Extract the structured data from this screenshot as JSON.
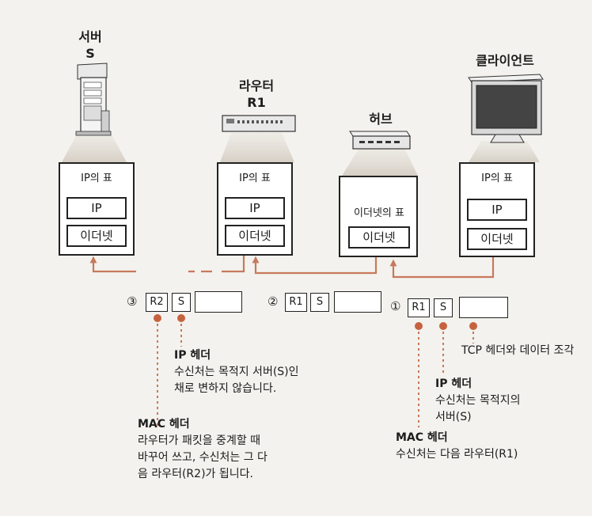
{
  "devices": {
    "server": {
      "line1": "서버",
      "line2": "S"
    },
    "router": {
      "line1": "라우터",
      "line2": "R1"
    },
    "hub": {
      "line1": "허브"
    },
    "client": {
      "line1": "클라이언트"
    }
  },
  "stacks": {
    "ip_table": "IP의 표",
    "eth_table": "이더넷의 표",
    "ip_layer": "IP",
    "eth_layer": "이더넷"
  },
  "packets": [
    {
      "num": "③",
      "mac": "R2",
      "ip": "S"
    },
    {
      "num": "②",
      "mac": "R1",
      "ip": "S"
    },
    {
      "num": "①",
      "mac": "R1",
      "ip": "S"
    }
  ],
  "notes": {
    "left_ip": {
      "title": "IP 헤더",
      "lines": [
        "수신처는 목적지 서버(S)인",
        "채로 변하지 않습니다."
      ]
    },
    "left_mac": {
      "title": "MAC 헤더",
      "lines": [
        "라우터가 패킷을 중계할 때",
        "바꾸어 쓰고, 수신처는 그 다",
        "음 라우터(R2)가 됩니다."
      ]
    },
    "tcp": "TCP 헤더와 데이터 조각",
    "right_ip": {
      "title": "IP 헤더",
      "lines": [
        "수신처는 목적지의",
        "서버(S)"
      ]
    },
    "right_mac": {
      "title": "MAC 헤더",
      "lines": [
        "수신처는 다음 라우터(R1)"
      ]
    }
  },
  "colors": {
    "accent": "#c8795c",
    "dot": "#c6633f",
    "cone": "#e0dbd3"
  },
  "icons": [
    "server-icon",
    "router-icon",
    "hub-icon",
    "client-monitor-icon"
  ]
}
